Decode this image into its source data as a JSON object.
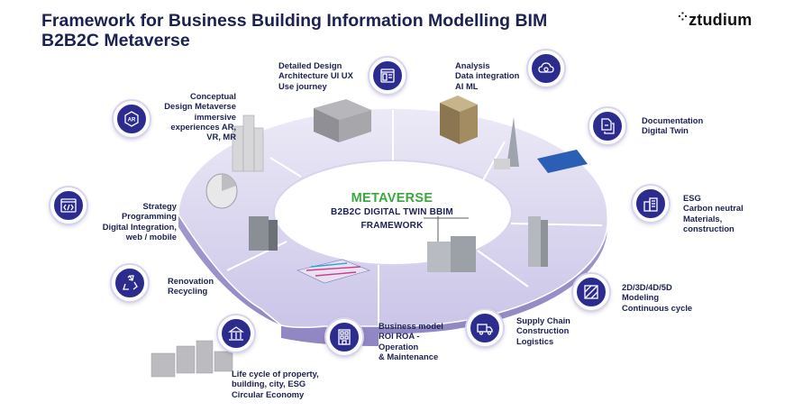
{
  "header": {
    "title_line1": "Framework for Business Building Information Modelling BIM",
    "title_line2": "B2B2C Metaverse",
    "logo_mark": "⁘",
    "logo_text": "ztudium"
  },
  "center": {
    "headline": "METAVERSE",
    "line1": "B2B2C DIGITAL TWIN BBIM",
    "line2": "FRAMEWORK"
  },
  "colors": {
    "icon_bg": "#2b2c8e",
    "ring_light": "#e3e0f3",
    "ring_mid": "#c9c4e6",
    "ring_side": "#9d95c9",
    "headline": "#3aa93d",
    "text": "#1c2153"
  },
  "stages": [
    {
      "icon": "ar-icon",
      "lines": [
        "Conceptual",
        "Design Metaverse",
        "immersive",
        "experiences AR,",
        "VR, MR"
      ]
    },
    {
      "icon": "ui-wireframe-icon",
      "lines": [
        "Detailed Design",
        "Architecture UI UX",
        "Use journey"
      ]
    },
    {
      "icon": "cloud-gear-icon",
      "lines": [
        "Analysis",
        "Data integration",
        "AI ML"
      ]
    },
    {
      "icon": "documents-icon",
      "lines": [
        "Documentation",
        "Digital Twin"
      ]
    },
    {
      "icon": "esg-building-icon",
      "lines": [
        "ESG",
        "Carbon neutral",
        "Materials,",
        "construction"
      ]
    },
    {
      "icon": "cube-modeling-icon",
      "lines": [
        "2D/3D/4D/5D",
        "Modeling",
        "Continuous cycle"
      ]
    },
    {
      "icon": "truck-icon",
      "lines": [
        "Supply Chain",
        "Construction",
        "Logistics"
      ]
    },
    {
      "icon": "office-building-icon",
      "lines": [
        "Business model",
        "ROI ROA -",
        "Operation",
        "& Maintenance"
      ]
    },
    {
      "icon": "city-hall-icon",
      "lines": [
        "Life cycle of property,",
        "building, city, ESG",
        "Circular Economy"
      ]
    },
    {
      "icon": "recycle-icon",
      "lines": [
        "Renovation",
        "Recycling"
      ]
    },
    {
      "icon": "code-icon",
      "lines": [
        "Strategy",
        "Programming",
        "Digital Integration,",
        "web / mobile"
      ]
    }
  ]
}
